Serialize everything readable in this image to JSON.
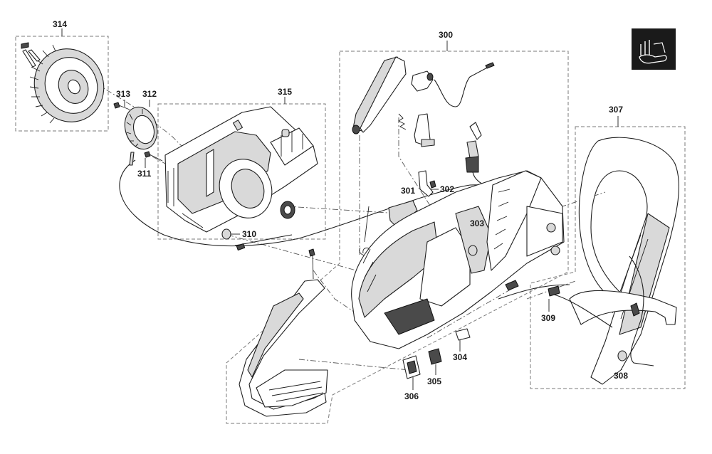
{
  "diagram": {
    "callouts": {
      "c300": "300",
      "c301": "301",
      "c302": "302",
      "c303": "303",
      "c304": "304",
      "c305": "305",
      "c306": "306",
      "c307": "307",
      "c308": "308",
      "c309": "309",
      "c310": "310",
      "c311": "311",
      "c312": "312",
      "c313": "313",
      "c314": "314",
      "c315": "315"
    },
    "icon": "lubrication-hand-icon"
  }
}
